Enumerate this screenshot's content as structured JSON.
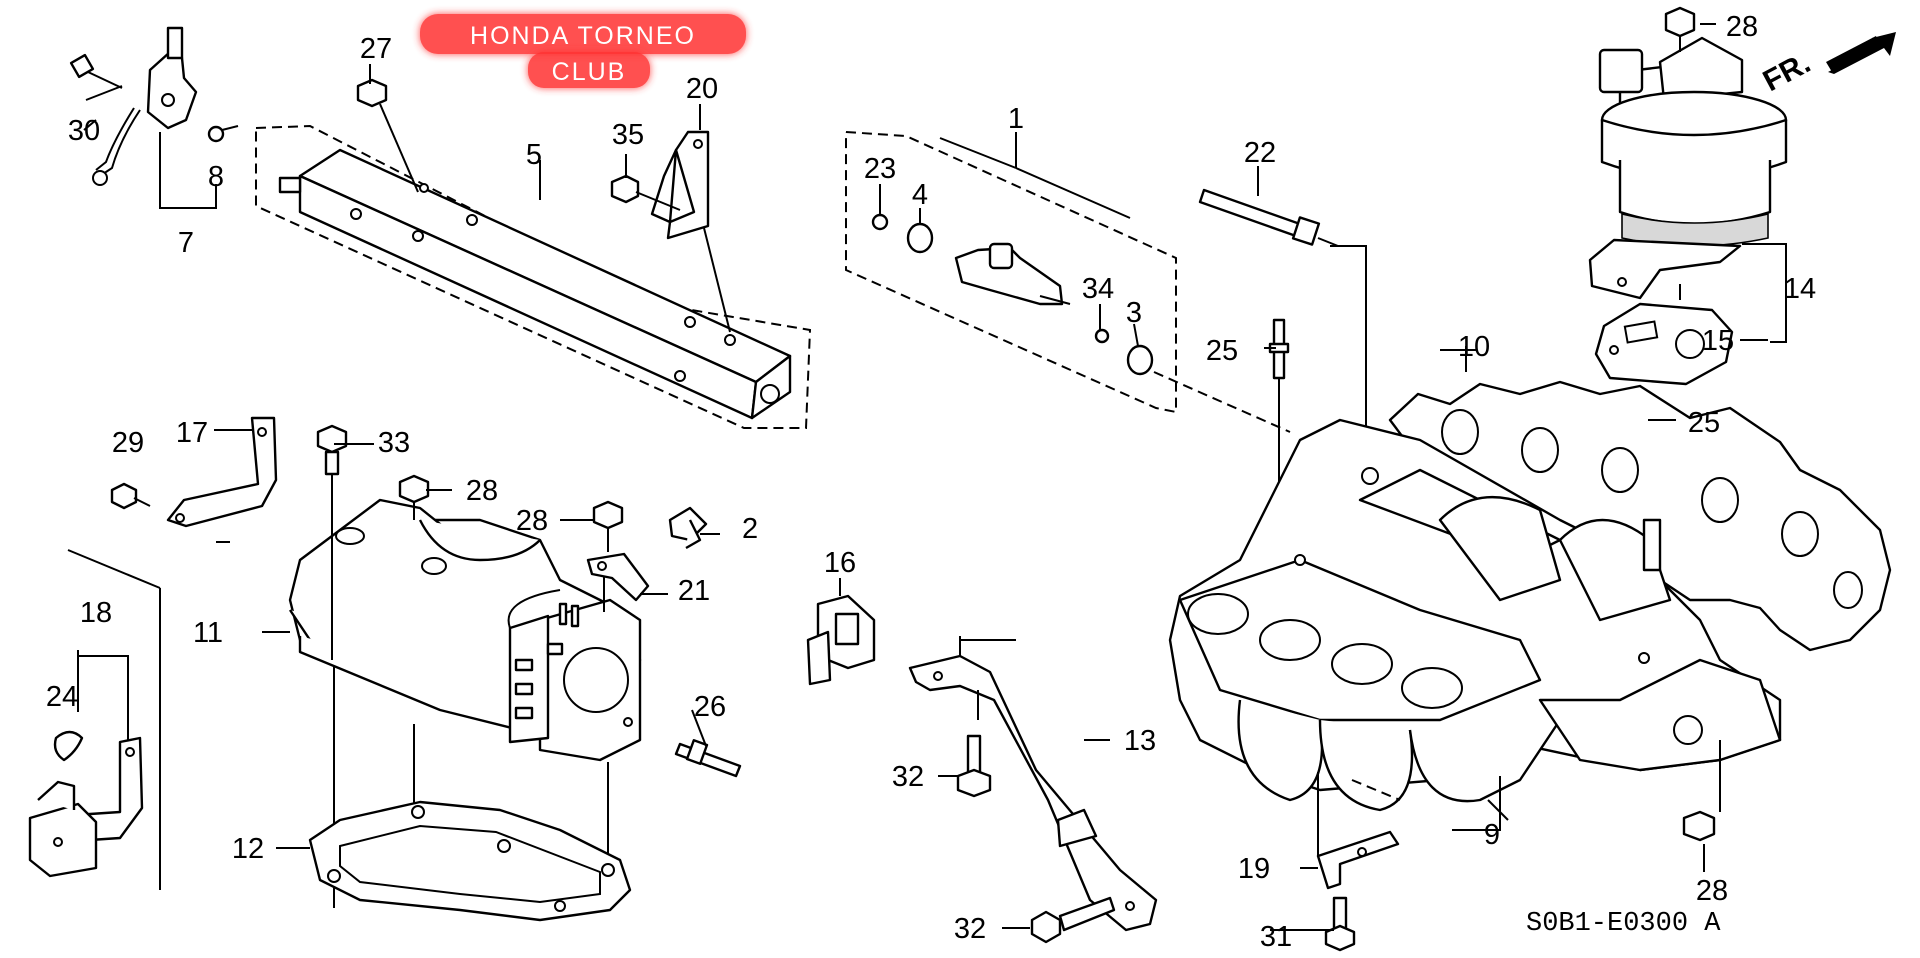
{
  "watermark": {
    "line1": "HONDA TORNEO",
    "line2": "CLUB",
    "glow_color": "#ff2a2a"
  },
  "direction_marker": {
    "label": "FR."
  },
  "diagram_code": "S0B1-E0300 A",
  "callouts": {
    "c1": "1",
    "c2": "2",
    "c3": "3",
    "c4": "4",
    "c5": "5",
    "c7": "7",
    "c8": "8",
    "c9": "9",
    "c10": "10",
    "c11": "11",
    "c12": "12",
    "c13": "13",
    "c14": "14",
    "c15": "15",
    "c16": "16",
    "c17": "17",
    "c18": "18",
    "c19": "19",
    "c20": "20",
    "c21": "21",
    "c22": "22",
    "c23": "23",
    "c24": "24",
    "c25a": "25",
    "c25b": "25",
    "c26": "26",
    "c27": "27",
    "c28a": "28",
    "c28b": "28",
    "c28c": "28",
    "c28d": "28",
    "c29": "29",
    "c30": "30",
    "c31": "31",
    "c32a": "32",
    "c32b": "32",
    "c33": "33",
    "c34": "34",
    "c35": "35"
  }
}
